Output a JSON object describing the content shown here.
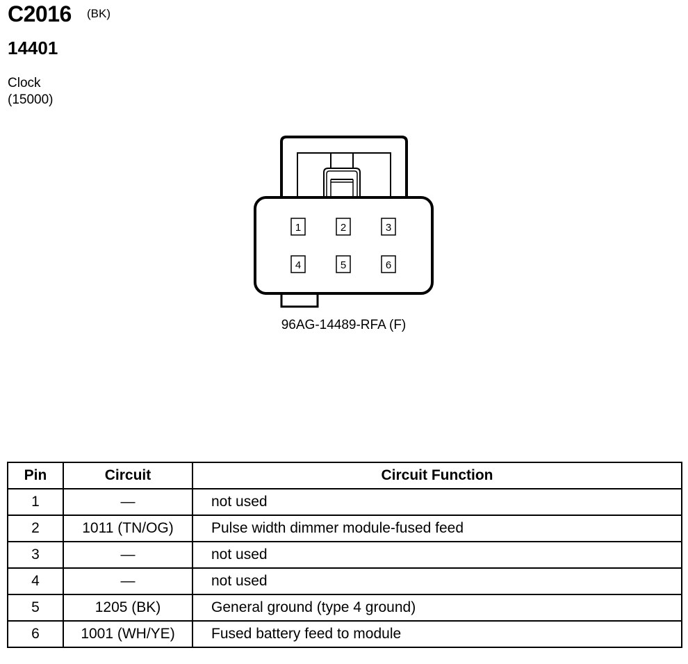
{
  "header": {
    "connector_id": "C2016",
    "color_code": "(BK)",
    "part_number": "14401",
    "component_lines": [
      "Clock",
      "(15000)"
    ]
  },
  "connector": {
    "pin_labels": [
      "1",
      "2",
      "3",
      "4",
      "5",
      "6"
    ],
    "label": "96AG-14489-RFA (F)"
  },
  "table": {
    "headers": [
      "Pin",
      "Circuit",
      "Circuit Function"
    ],
    "rows": [
      {
        "pin": "1",
        "circuit": "—",
        "function": "not used"
      },
      {
        "pin": "2",
        "circuit": "1011 (TN/OG)",
        "function": "Pulse width dimmer module-fused feed"
      },
      {
        "pin": "3",
        "circuit": "—",
        "function": "not used"
      },
      {
        "pin": "4",
        "circuit": "—",
        "function": "not used"
      },
      {
        "pin": "5",
        "circuit": "1205 (BK)",
        "function": "General ground (type 4 ground)"
      },
      {
        "pin": "6",
        "circuit": "1001 (WH/YE)",
        "function": "Fused battery feed to module"
      }
    ]
  }
}
